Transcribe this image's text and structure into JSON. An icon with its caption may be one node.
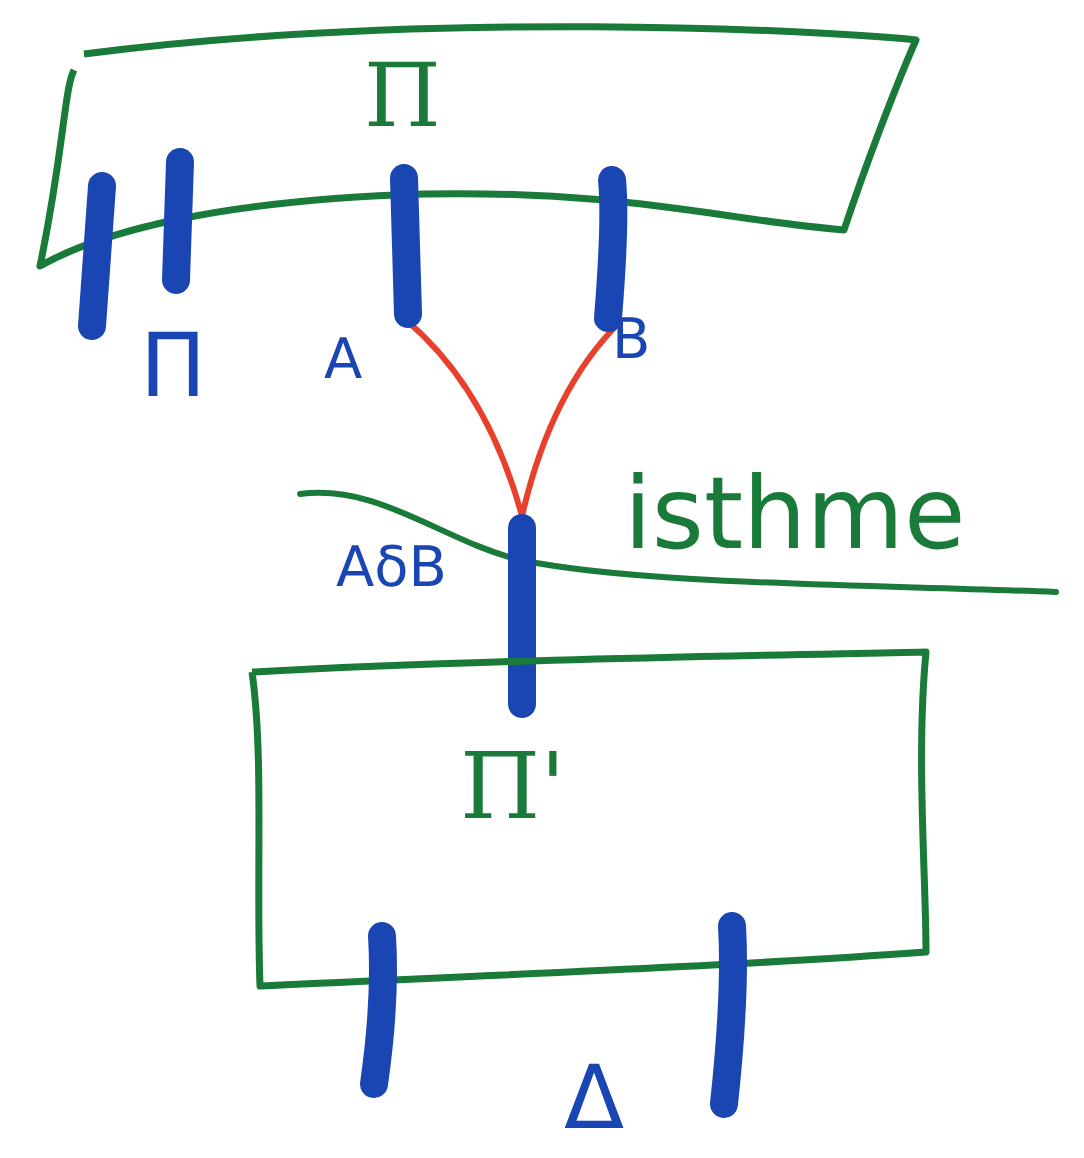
{
  "diagram": {
    "nodes": [
      {
        "text": [
          "Π"
        ]
      },
      {
        "text": [],
        "shape": "bar"
      },
      {
        "text": [],
        "shape": "bar"
      },
      {
        "text": [],
        "shape": "bar",
        "beside": [
          "A"
        ]
      },
      {
        "text": [],
        "shape": "bar",
        "beside": [
          "B"
        ]
      },
      {
        "text": [],
        "shape": "bar",
        "beside": [
          "AδB"
        ]
      },
      {
        "text": [
          "Π'"
        ]
      },
      {
        "text": [],
        "shape": "bar"
      },
      {
        "text": [],
        "shape": "bar"
      }
    ],
    "edges": [
      {
        "from": 3,
        "to": 5,
        "arrow": "none"
      },
      {
        "from": 4,
        "to": 5,
        "arrow": "none"
      }
    ],
    "labels": [
      "Π",
      "isthme",
      "Δ"
    ]
  }
}
